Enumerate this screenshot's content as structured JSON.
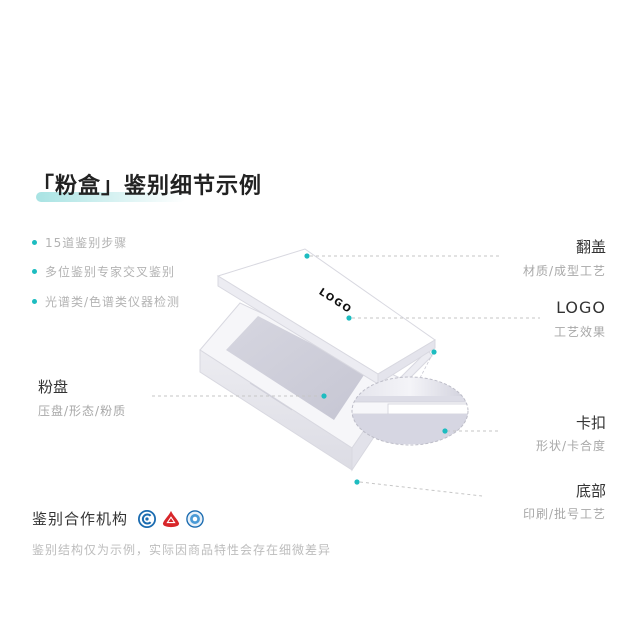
{
  "header": {
    "title": "「粉盒」鉴别细节示例"
  },
  "features": [
    {
      "text": "15道鉴别步骤"
    },
    {
      "text": "多位鉴别专家交叉鉴别"
    },
    {
      "text": "光谱类/色谱类仪器检测"
    }
  ],
  "callouts": {
    "lid": {
      "title": "翻盖",
      "subtitle": "材质/成型工艺"
    },
    "logo": {
      "title": "LOGO",
      "subtitle": "工艺效果"
    },
    "pan": {
      "title": "粉盘",
      "subtitle": "压盘/形态/粉质"
    },
    "clasp": {
      "title": "卡扣",
      "subtitle": "形状/卡合度"
    },
    "bottom": {
      "title": "底部",
      "subtitle": "印刷/批号工艺"
    }
  },
  "illustration": {
    "logo_text": "LOGO"
  },
  "partners": {
    "label": "鉴别合作机构",
    "logos": [
      "cma-badge-icon",
      "red-drop-emblem-icon",
      "blue-seal-icon"
    ]
  },
  "disclaimer": "鉴别结构仅为示例，实际因商品特性会存在细微差异",
  "colors": {
    "accent": "#1dbcc0",
    "title": "#222222",
    "subtext": "#a8a8a8",
    "red_emblem": "#d8262a",
    "blue_emblem": "#1a6bb0"
  }
}
